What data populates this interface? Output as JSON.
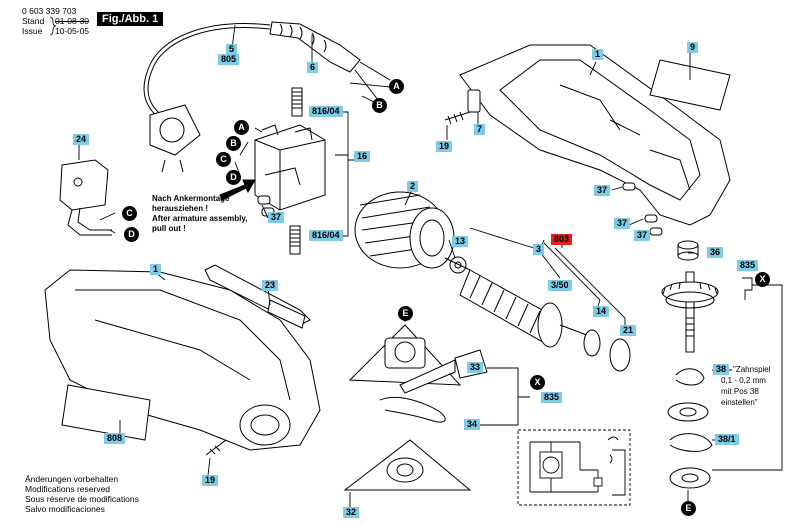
{
  "header": {
    "part_number": "0 603 339 703",
    "stand_label": "Stand",
    "stand_value": "01-08-30",
    "issue_label": "Issue",
    "issue_value": "10-05-05",
    "figure_label": "Fig./Abb. 1"
  },
  "callouts": {
    "p1a": "1",
    "p1b": "1",
    "p2": "2",
    "p3": "3",
    "p3_50": "3/50",
    "p5": "5",
    "p805": "805",
    "p6": "6",
    "p7": "7",
    "p9": "9",
    "p13": "13",
    "p14": "14",
    "p16": "16",
    "p19a": "19",
    "p19b": "19",
    "p21": "21",
    "p23": "23",
    "p24": "24",
    "p32": "32",
    "p33": "33",
    "p34": "34",
    "p36": "36",
    "p37a": "37",
    "p37b": "37",
    "p37c": "37",
    "p37d": "37",
    "p38": "38",
    "p38_1": "38/1",
    "p803": "803",
    "p808": "808",
    "p816a": "816/04",
    "p816b": "816/04",
    "p835a": "835",
    "p835b": "835"
  },
  "markers": {
    "A1": "A",
    "B1": "B",
    "A2": "A",
    "B2": "B",
    "C1": "C",
    "D1": "D",
    "C2": "C",
    "D2": "D",
    "E1": "E",
    "E2": "E",
    "X1": "X",
    "X2": "X"
  },
  "notes": {
    "armature_de": "Nach Ankermontage",
    "armature_de2": "herausziehen !",
    "armature_en": "After armature assembly,",
    "armature_en2": "pull out !",
    "backlash_1": "\"Zahnspiel",
    "backlash_2": "0,1 - 0,2 mm",
    "backlash_3": "mit Pos 38",
    "backlash_4": "einstellen\""
  },
  "footer": {
    "line1": "Änderungen vorbehalten",
    "line2": "Modifications reserved",
    "line3": "Sous réserve de modifications",
    "line4": "Salvo modificaciones"
  },
  "colors": {
    "callout": "#7fcbe6",
    "callout_highlight": "#e2231a",
    "marker": "#000000"
  }
}
